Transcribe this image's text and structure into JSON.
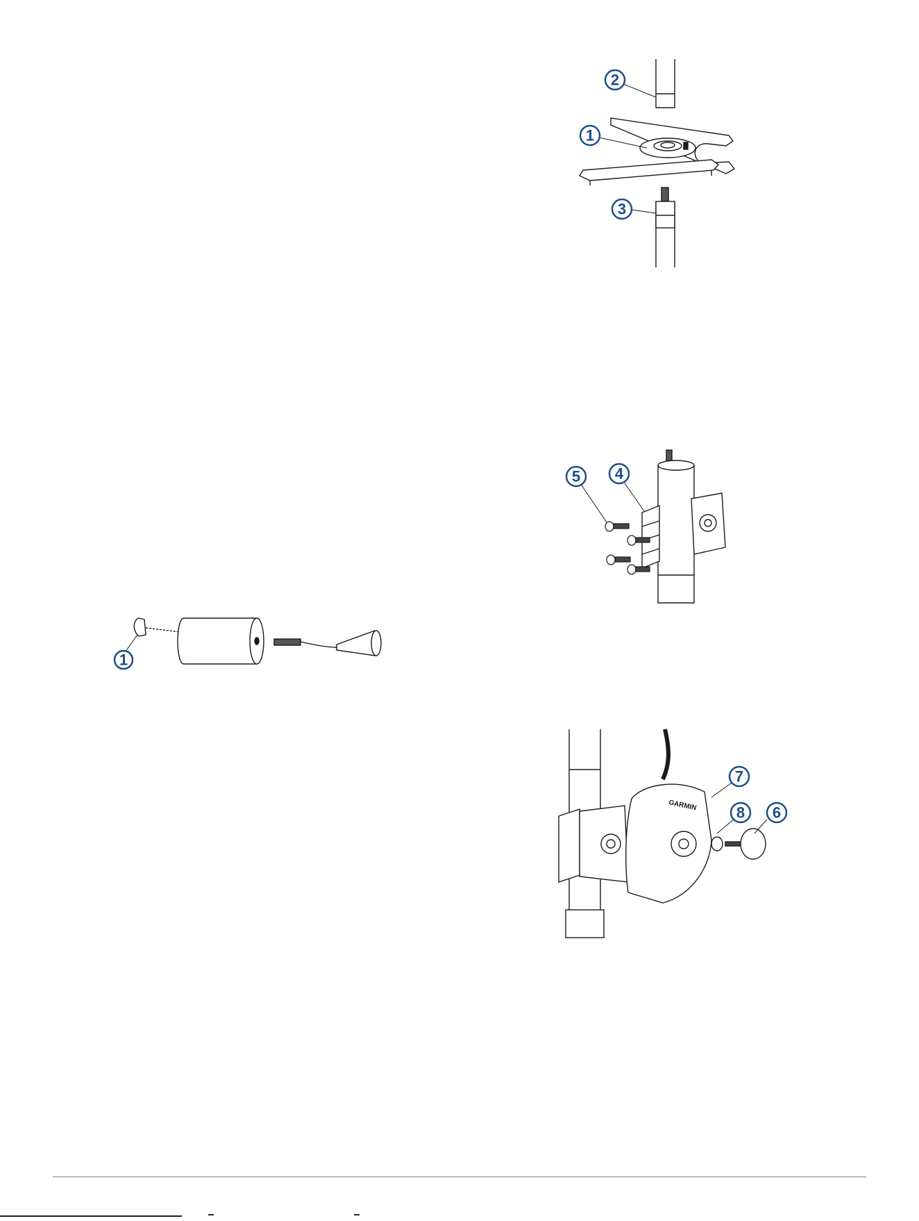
{
  "figures": [
    {
      "id": "figure-pole-bracket",
      "callouts": [
        "2",
        "1",
        "3"
      ]
    },
    {
      "id": "figure-pole-clamp",
      "callouts": [
        "5",
        "4"
      ]
    },
    {
      "id": "figure-transducer",
      "callouts": [
        "1"
      ]
    },
    {
      "id": "figure-device-mount",
      "callouts": [
        "7",
        "8",
        "6"
      ]
    }
  ],
  "colors": {
    "callout": "#1b4f8a",
    "line": "#1a1a1a",
    "fill": "#ffffff"
  },
  "device": {
    "brand_mark": "GARMIN"
  }
}
